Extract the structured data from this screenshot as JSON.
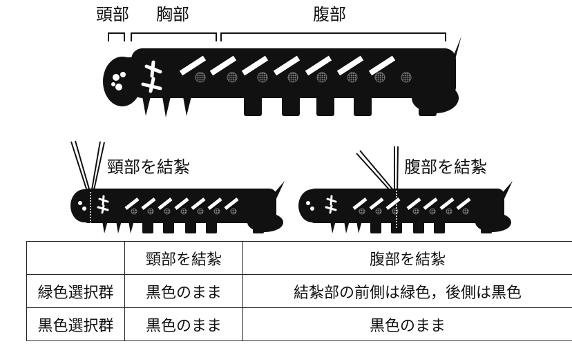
{
  "parts": {
    "head": "頭部",
    "thorax": "胸部",
    "abdomen": "腹部"
  },
  "ligature_labels": {
    "head": "頸部を結紮",
    "abdomen": "腹部を結紮"
  },
  "table": {
    "header": [
      "",
      "頸部を結紮",
      "腹部を結紮"
    ],
    "rows": [
      [
        "緑色選択群",
        "黒色のまま",
        "結紮部の前側は緑色，後側は黒色"
      ],
      [
        "黒色選択群",
        "黒色のまま",
        "黒色のまま"
      ]
    ]
  },
  "colors": {
    "body": "#111111",
    "marking": "#ffffff",
    "spot": "#666666"
  }
}
